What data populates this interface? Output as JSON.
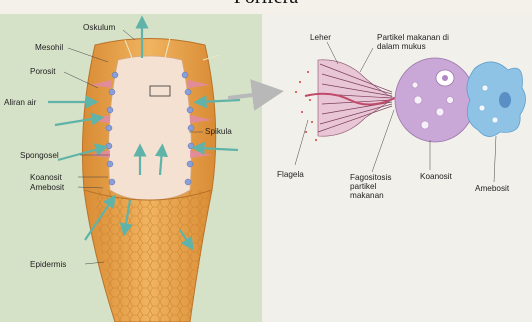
{
  "title": "Porifera",
  "labels": {
    "oskulum": "Oskulum",
    "mesohil": "Mesohil",
    "porosit": "Porosit",
    "aliran_air": "Aliran air",
    "spongosel": "Spongosel",
    "koanosit_left": "Koanosit",
    "amebosit_left": "Amebosit",
    "epidermis": "Epidermis",
    "spikula": "Spikula",
    "leher": "Leher",
    "partikel": "Partikel makanan di dalam mukus",
    "flagela": "Flagela",
    "fagositosis": "Fagositosis partikel makanan",
    "koanosit_right": "Koanosit",
    "amebosit_right": "Amebosit"
  },
  "colors": {
    "sponge_outer": "#e7a24a",
    "sponge_inner": "#f4d8c2",
    "water_arrow": "#5fb3a8",
    "cell_purple": "#c9a7d6",
    "amebocyte_blue": "#8ec3e6"
  }
}
